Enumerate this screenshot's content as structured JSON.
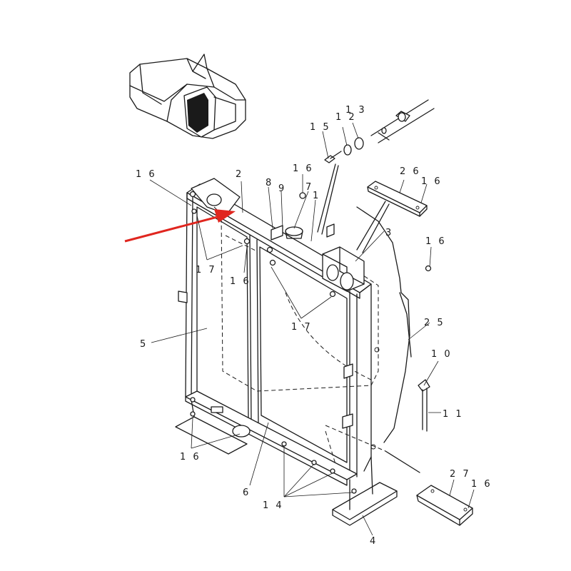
{
  "diagram": {
    "colors": {
      "line": "#1a1a1a",
      "background": "#ffffff",
      "arrow": "#e0261f"
    },
    "callouts": [
      {
        "id": "c15",
        "label": "1 5"
      },
      {
        "id": "c12",
        "label": "1 2"
      },
      {
        "id": "c13",
        "label": "1 3"
      },
      {
        "id": "c16a",
        "label": "1 6"
      },
      {
        "id": "c2",
        "label": "2"
      },
      {
        "id": "c8",
        "label": "8"
      },
      {
        "id": "c16b",
        "label": "1 6"
      },
      {
        "id": "c9",
        "label": "9"
      },
      {
        "id": "c7",
        "label": "7"
      },
      {
        "id": "c1",
        "label": "1"
      },
      {
        "id": "c26",
        "label": "2 6"
      },
      {
        "id": "c16c",
        "label": "1 6"
      },
      {
        "id": "c3",
        "label": "3"
      },
      {
        "id": "c16d",
        "label": "1 6"
      },
      {
        "id": "c17a",
        "label": "1 7"
      },
      {
        "id": "c16e",
        "label": "1 6"
      },
      {
        "id": "c17b",
        "label": "1 7"
      },
      {
        "id": "c5",
        "label": "5"
      },
      {
        "id": "c25",
        "label": "2 5"
      },
      {
        "id": "c10",
        "label": "1 0"
      },
      {
        "id": "c11",
        "label": "1 1"
      },
      {
        "id": "c16f",
        "label": "1 6"
      },
      {
        "id": "c6",
        "label": "6"
      },
      {
        "id": "c27",
        "label": "2 7"
      },
      {
        "id": "c16g",
        "label": "1 6"
      },
      {
        "id": "c14",
        "label": "1 4"
      },
      {
        "id": "c4",
        "label": "4"
      }
    ]
  }
}
